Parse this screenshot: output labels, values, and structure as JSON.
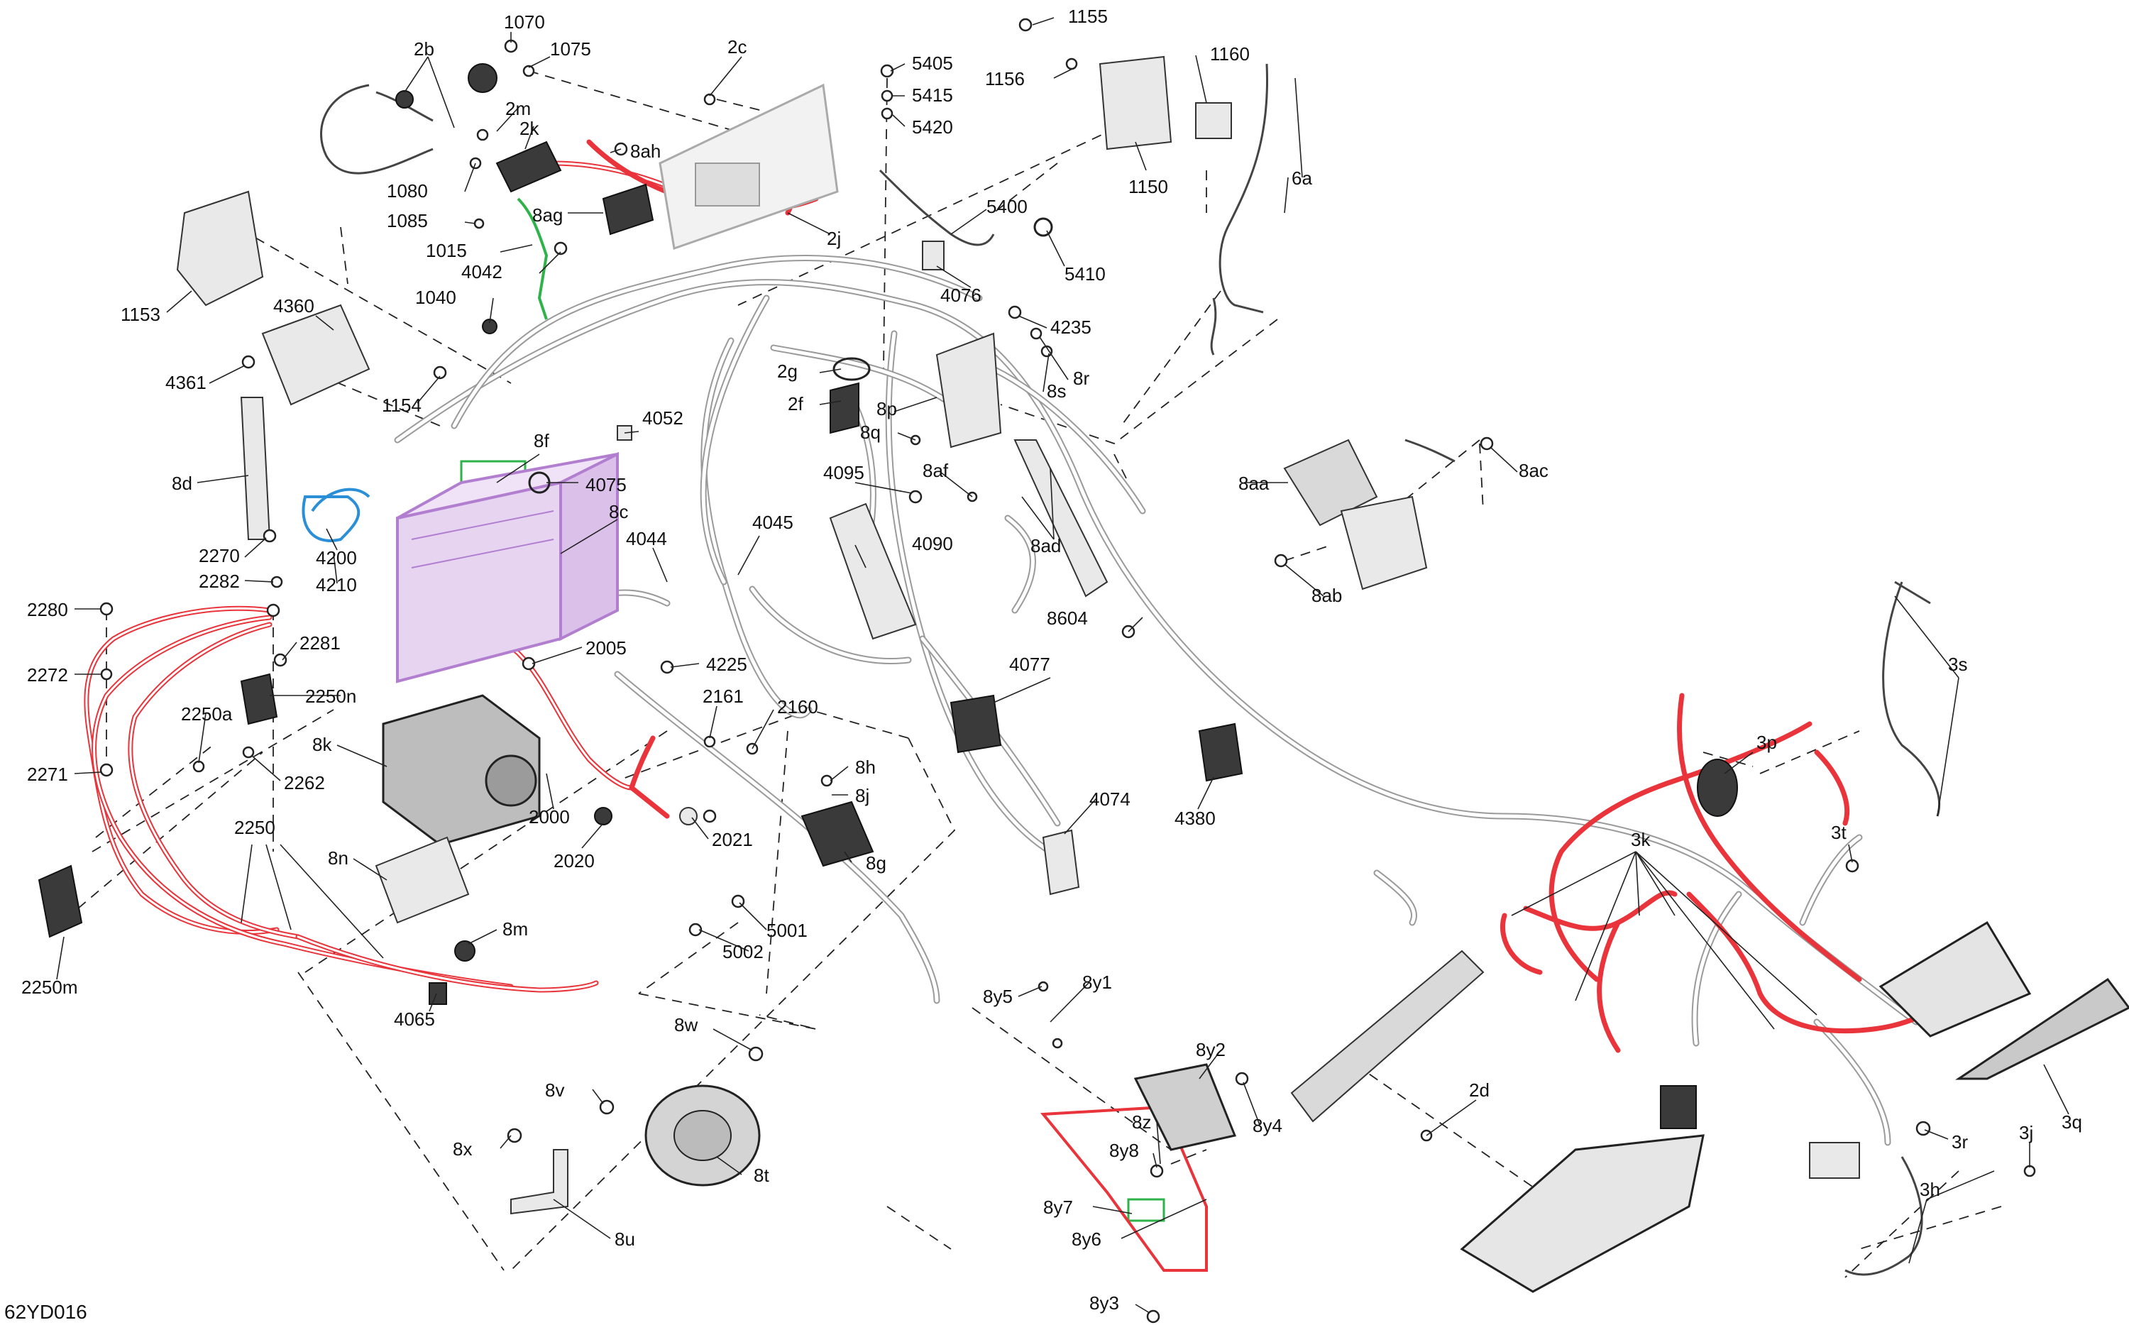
{
  "diagram": {
    "code": "62YD016",
    "labels": [
      {
        "id": "1070",
        "t": "1070"
      },
      {
        "id": "1075",
        "t": "1075"
      },
      {
        "id": "2b",
        "t": "2b"
      },
      {
        "id": "2m",
        "t": "2m"
      },
      {
        "id": "2k",
        "t": "2k"
      },
      {
        "id": "8ah",
        "t": "8ah"
      },
      {
        "id": "1080",
        "t": "1080"
      },
      {
        "id": "1085",
        "t": "1085"
      },
      {
        "id": "8ag",
        "t": "8ag"
      },
      {
        "id": "1015",
        "t": "1015"
      },
      {
        "id": "4042",
        "t": "4042"
      },
      {
        "id": "1040",
        "t": "1040"
      },
      {
        "id": "2c",
        "t": "2c"
      },
      {
        "id": "2j",
        "t": "2j"
      },
      {
        "id": "1153",
        "t": "1153"
      },
      {
        "id": "4360",
        "t": "4360"
      },
      {
        "id": "4361",
        "t": "4361"
      },
      {
        "id": "1154",
        "t": "1154"
      },
      {
        "id": "8d",
        "t": "8d"
      },
      {
        "id": "4052",
        "t": "4052"
      },
      {
        "id": "8f",
        "t": "8f"
      },
      {
        "id": "4075",
        "t": "4075"
      },
      {
        "id": "8c",
        "t": "8c"
      },
      {
        "id": "4200",
        "t": "4200"
      },
      {
        "id": "4210",
        "t": "4210"
      },
      {
        "id": "2270",
        "t": "2270"
      },
      {
        "id": "2282",
        "t": "2282"
      },
      {
        "id": "2280",
        "t": "2280"
      },
      {
        "id": "2281",
        "t": "2281"
      },
      {
        "id": "2272",
        "t": "2272"
      },
      {
        "id": "2250n",
        "t": "2250n"
      },
      {
        "id": "2250a",
        "t": "2250a"
      },
      {
        "id": "2262",
        "t": "2262"
      },
      {
        "id": "2271",
        "t": "2271"
      },
      {
        "id": "2250",
        "t": "2250"
      },
      {
        "id": "2250m",
        "t": "2250m"
      },
      {
        "id": "4065",
        "t": "4065"
      },
      {
        "id": "8k",
        "t": "8k"
      },
      {
        "id": "8n",
        "t": "8n"
      },
      {
        "id": "8m",
        "t": "8m"
      },
      {
        "id": "2005",
        "t": "2005"
      },
      {
        "id": "2000",
        "t": "2000"
      },
      {
        "id": "2020",
        "t": "2020"
      },
      {
        "id": "2021",
        "t": "2021"
      },
      {
        "id": "2161",
        "t": "2161"
      },
      {
        "id": "2160",
        "t": "2160"
      },
      {
        "id": "4044",
        "t": "4044"
      },
      {
        "id": "4045",
        "t": "4045"
      },
      {
        "id": "4225",
        "t": "4225"
      },
      {
        "id": "4095",
        "t": "4095"
      },
      {
        "id": "4090",
        "t": "4090"
      },
      {
        "id": "8af",
        "t": "8af"
      },
      {
        "id": "2g",
        "t": "2g"
      },
      {
        "id": "2f",
        "t": "2f"
      },
      {
        "id": "8p",
        "t": "8p"
      },
      {
        "id": "8q",
        "t": "8q"
      },
      {
        "id": "5405",
        "t": "5405"
      },
      {
        "id": "5415",
        "t": "5415"
      },
      {
        "id": "5420",
        "t": "5420"
      },
      {
        "id": "5400",
        "t": "5400"
      },
      {
        "id": "4076",
        "t": "4076"
      },
      {
        "id": "5410",
        "t": "5410"
      },
      {
        "id": "4235",
        "t": "4235"
      },
      {
        "id": "8r",
        "t": "8r"
      },
      {
        "id": "8s",
        "t": "8s"
      },
      {
        "id": "1155",
        "t": "1155"
      },
      {
        "id": "1156",
        "t": "1156"
      },
      {
        "id": "1160",
        "t": "1160"
      },
      {
        "id": "1150",
        "t": "1150"
      },
      {
        "id": "6a",
        "t": "6a"
      },
      {
        "id": "8aa",
        "t": "8aa"
      },
      {
        "id": "8ac",
        "t": "8ac"
      },
      {
        "id": "8ab",
        "t": "8ab"
      },
      {
        "id": "8ad",
        "t": "8ad"
      },
      {
        "id": "8604",
        "t": "8604"
      },
      {
        "id": "4077",
        "t": "4077"
      },
      {
        "id": "4074",
        "t": "4074"
      },
      {
        "id": "4380",
        "t": "4380"
      },
      {
        "id": "8h",
        "t": "8h"
      },
      {
        "id": "8j",
        "t": "8j"
      },
      {
        "id": "8g",
        "t": "8g"
      },
      {
        "id": "5001",
        "t": "5001"
      },
      {
        "id": "5002",
        "t": "5002"
      },
      {
        "id": "8w",
        "t": "8w"
      },
      {
        "id": "8v",
        "t": "8v"
      },
      {
        "id": "8x",
        "t": "8x"
      },
      {
        "id": "8t",
        "t": "8t"
      },
      {
        "id": "8u",
        "t": "8u"
      },
      {
        "id": "8y5",
        "t": "8y5"
      },
      {
        "id": "8y1",
        "t": "8y1"
      },
      {
        "id": "8y2",
        "t": "8y2"
      },
      {
        "id": "8y4",
        "t": "8y4"
      },
      {
        "id": "8z",
        "t": "8z"
      },
      {
        "id": "8y8",
        "t": "8y8"
      },
      {
        "id": "8y7",
        "t": "8y7"
      },
      {
        "id": "8y6",
        "t": "8y6"
      },
      {
        "id": "8y3",
        "t": "8y3"
      },
      {
        "id": "3s",
        "t": "3s"
      },
      {
        "id": "3p",
        "t": "3p"
      },
      {
        "id": "3k",
        "t": "3k"
      },
      {
        "id": "3t",
        "t": "3t"
      },
      {
        "id": "2d",
        "t": "2d"
      },
      {
        "id": "3q",
        "t": "3q"
      },
      {
        "id": "3r",
        "t": "3r"
      },
      {
        "id": "3j",
        "t": "3j"
      },
      {
        "id": "3h",
        "t": "3h"
      }
    ],
    "colors": {
      "line": "#222222",
      "harness": "#9a9a9a",
      "highlight_red": "#e8343a",
      "highlight_green": "#2db34a",
      "highlight_blue": "#2a8fd6",
      "highlight_purple": "#b27fd0",
      "background": "#ffffff"
    }
  }
}
